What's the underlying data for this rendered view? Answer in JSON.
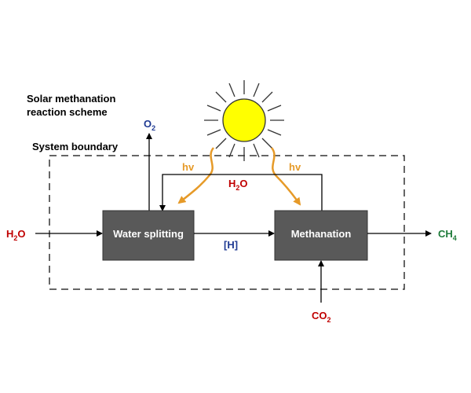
{
  "title_line1": "Solar methanation",
  "title_line2": "reaction scheme",
  "system_boundary_label": "System boundary",
  "boxes": {
    "water_splitting": "Water splitting",
    "methanation": "Methanation"
  },
  "photon_label": "hv",
  "species": {
    "h2o_input": {
      "main": "H",
      "sub": "2",
      "rest": "O"
    },
    "h2o_recycle": {
      "main": "H",
      "sub": "2",
      "rest": "O"
    },
    "o2": {
      "main": "O",
      "sub": "2"
    },
    "h_intermediate": "[H]",
    "co2": {
      "main": "CO",
      "sub": "2"
    },
    "ch4": {
      "main": "CH",
      "sub": "4"
    }
  },
  "colors": {
    "box_fill": "#595959",
    "sun_fill": "#ffff00",
    "photon": "#e69a28",
    "h2o": "#c00000",
    "o2": "#1f3a93",
    "h_intermediate": "#1f3a93",
    "co2": "#c00000",
    "ch4": "#1e7b3a"
  }
}
